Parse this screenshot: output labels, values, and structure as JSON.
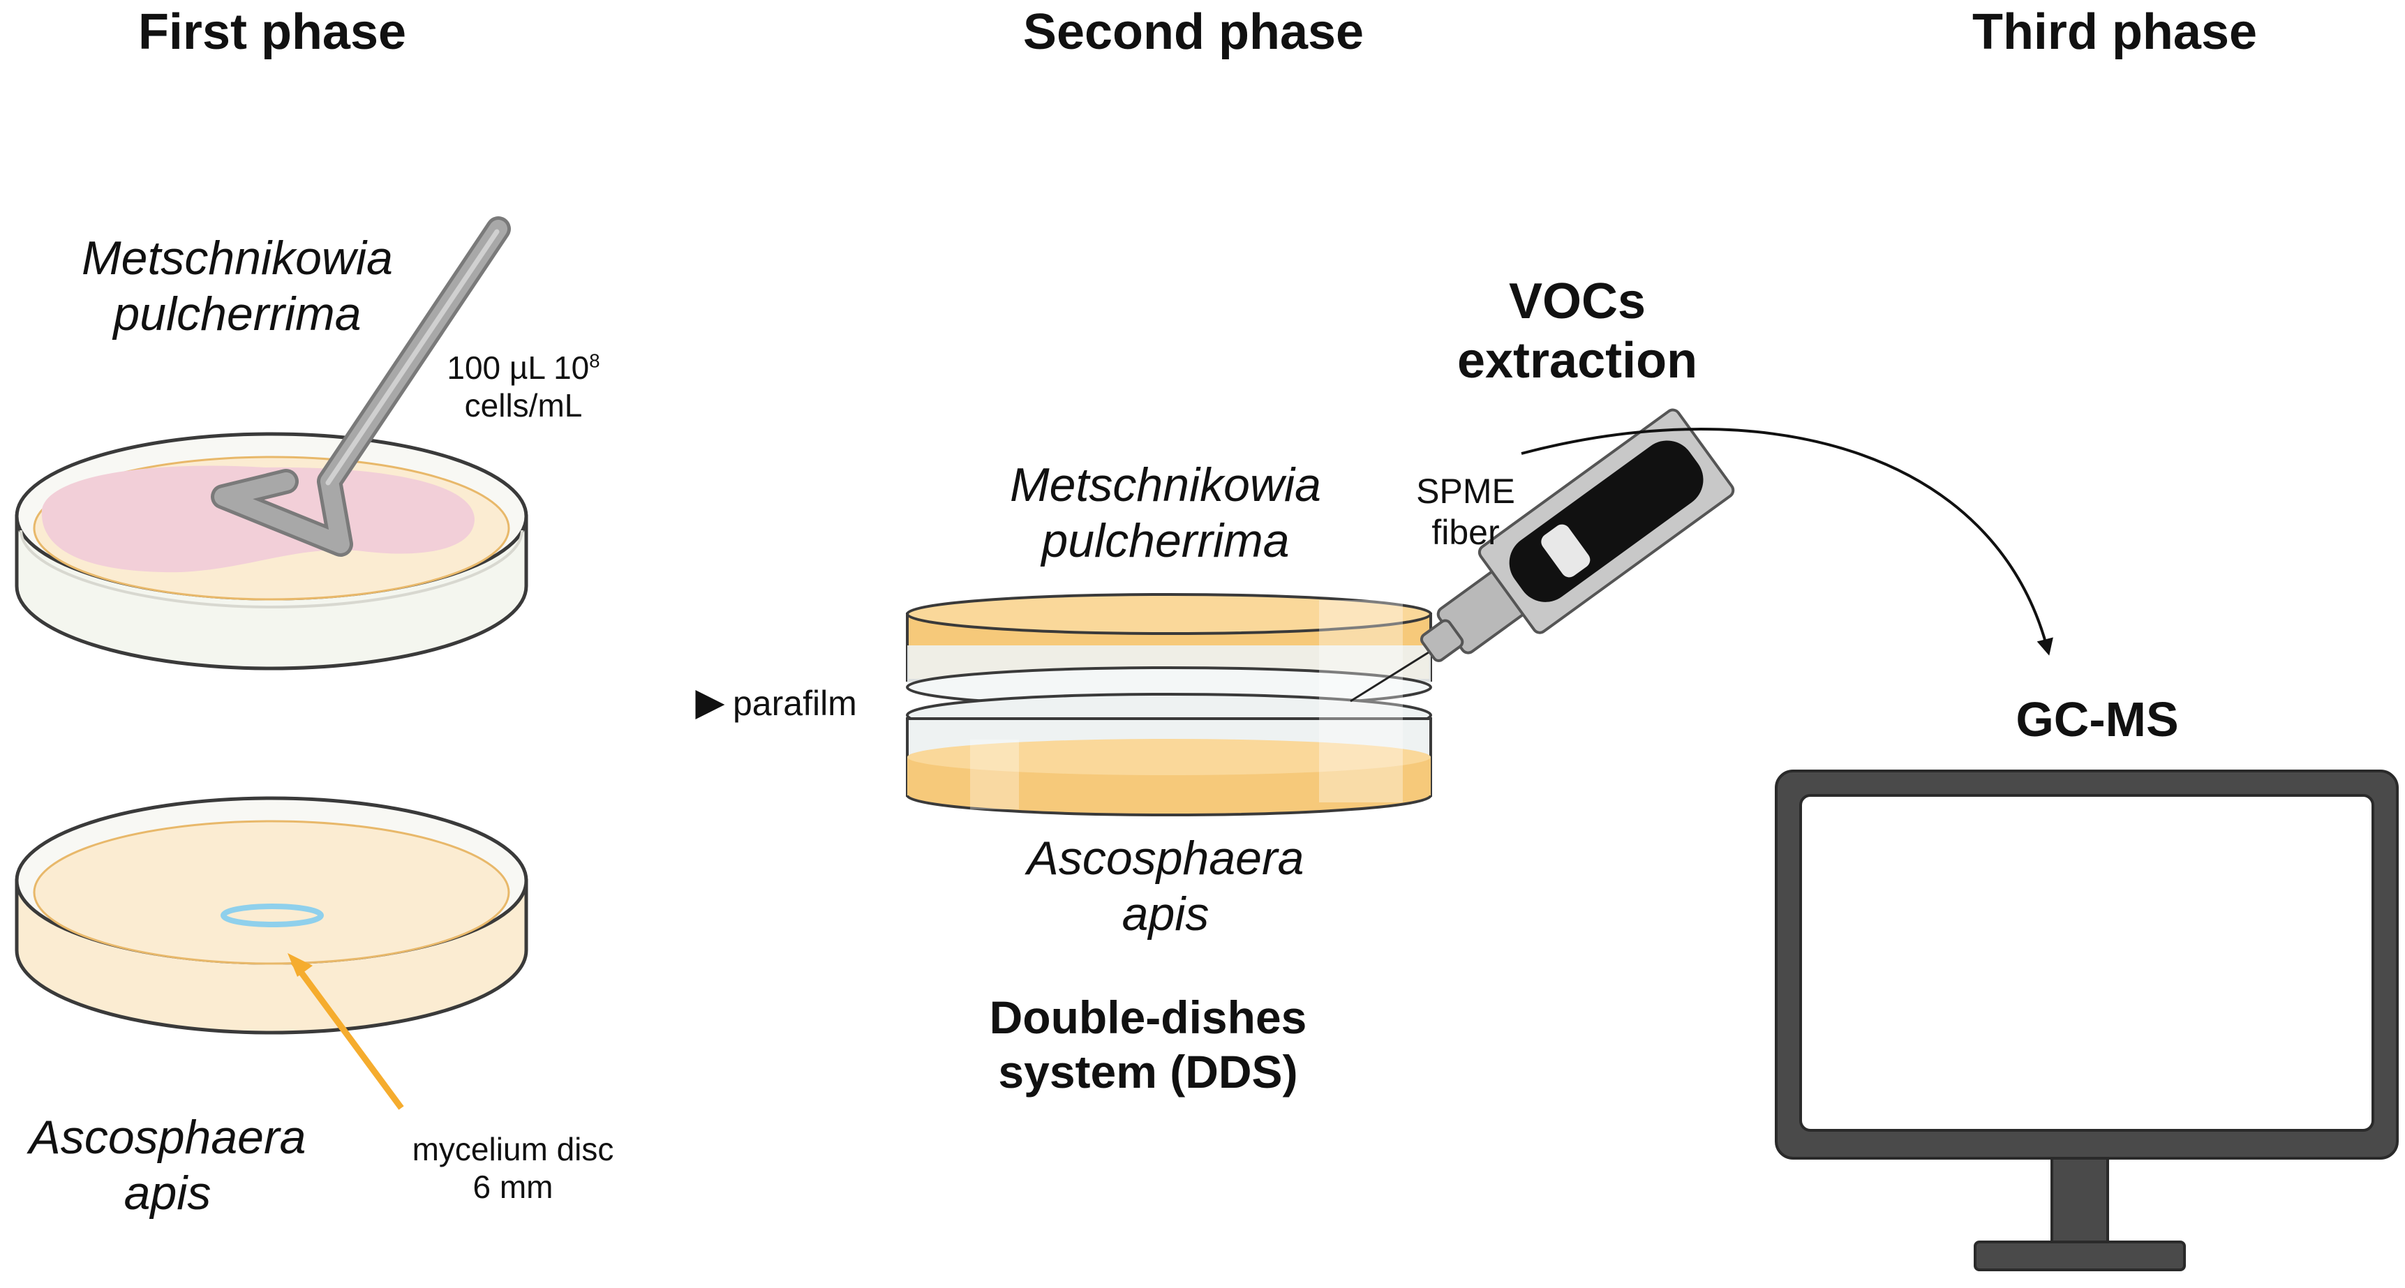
{
  "phases": {
    "first": "First phase",
    "second": "Second phase",
    "third": "Third phase"
  },
  "first_phase": {
    "yeast_line1": "Metschnikowia",
    "yeast_line2": "pulcherrima",
    "dose_line1": "100 µL 10",
    "dose_exp": "8",
    "dose_line2": "cells/mL",
    "fungus_line1": "Ascosphaera",
    "fungus_line2": "apis",
    "disc_line1": "mycelium disc",
    "disc_line2": "6 mm"
  },
  "link": {
    "parafilm": "parafilm"
  },
  "second_phase": {
    "yeast_line1": "Metschnikowia",
    "yeast_line2": "pulcherrima",
    "fungus_line1": "Ascosphaera",
    "fungus_line2": "apis",
    "spme_line1": "SPME",
    "spme_line2": "fiber",
    "dds_line1": "Double-dishes",
    "dds_line2": "system (DDS)"
  },
  "extraction": {
    "line1": "VOCs",
    "line2": "extraction"
  },
  "third_phase": {
    "instrument": "GC-MS"
  },
  "colors": {
    "agar": "#fbecd2",
    "agar_edge": "#e8b86a",
    "yeast_layer": "#f6c97a",
    "yeast_lawn": "#f2cfd8",
    "dish_glass": "#eef2f2",
    "dish_outline": "#3a3a3a",
    "spreader": "#a8a8a8",
    "mycelium_disc": "#8fd0ec",
    "orange_arrow": "#f5ac2e",
    "monitor_frame": "#4a4a4a"
  }
}
